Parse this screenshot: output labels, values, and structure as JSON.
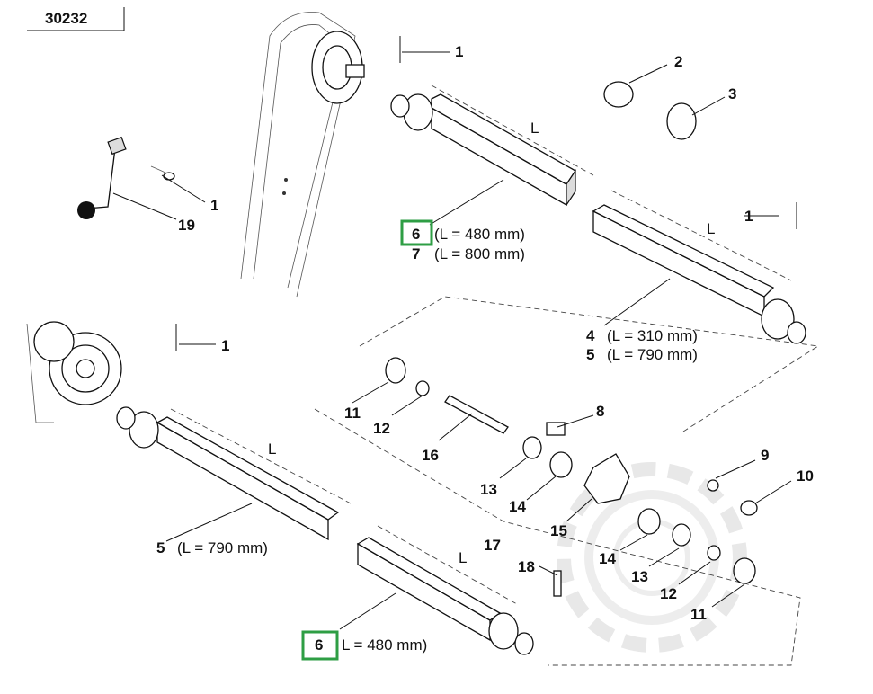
{
  "diagram_ref": "30232",
  "callouts": {
    "c1a": "1",
    "c1b": "1",
    "c1c": "1",
    "c1d": "1",
    "c2": "2",
    "c3": "3",
    "c8": "8",
    "c9": "9",
    "c10": "10",
    "c11a": "11",
    "c11b": "11",
    "c12a": "12",
    "c12b": "12",
    "c13a": "13",
    "c13b": "13",
    "c14a": "14",
    "c14b": "14",
    "c15": "15",
    "c16": "16",
    "c17": "17",
    "c18": "18",
    "c19": "19"
  },
  "labels": {
    "top_shaft": [
      {
        "num": "6",
        "text": "(L = 480 mm)",
        "highlighted": true
      },
      {
        "num": "7",
        "text": "(L = 800 mm)",
        "highlighted": false
      }
    ],
    "right_shaft": [
      {
        "num": "4",
        "text": "(L = 310 mm)"
      },
      {
        "num": "5",
        "text": "(L = 790 mm)"
      }
    ],
    "left_shaft": {
      "num": "5",
      "text": "(L = 790 mm)"
    },
    "bottom_shaft": {
      "num": "6",
      "text": "L = 480 mm)",
      "highlighted": true
    }
  },
  "dimension_symbol": "L",
  "colors": {
    "highlight": "#2e9e44",
    "line": "#111111"
  }
}
